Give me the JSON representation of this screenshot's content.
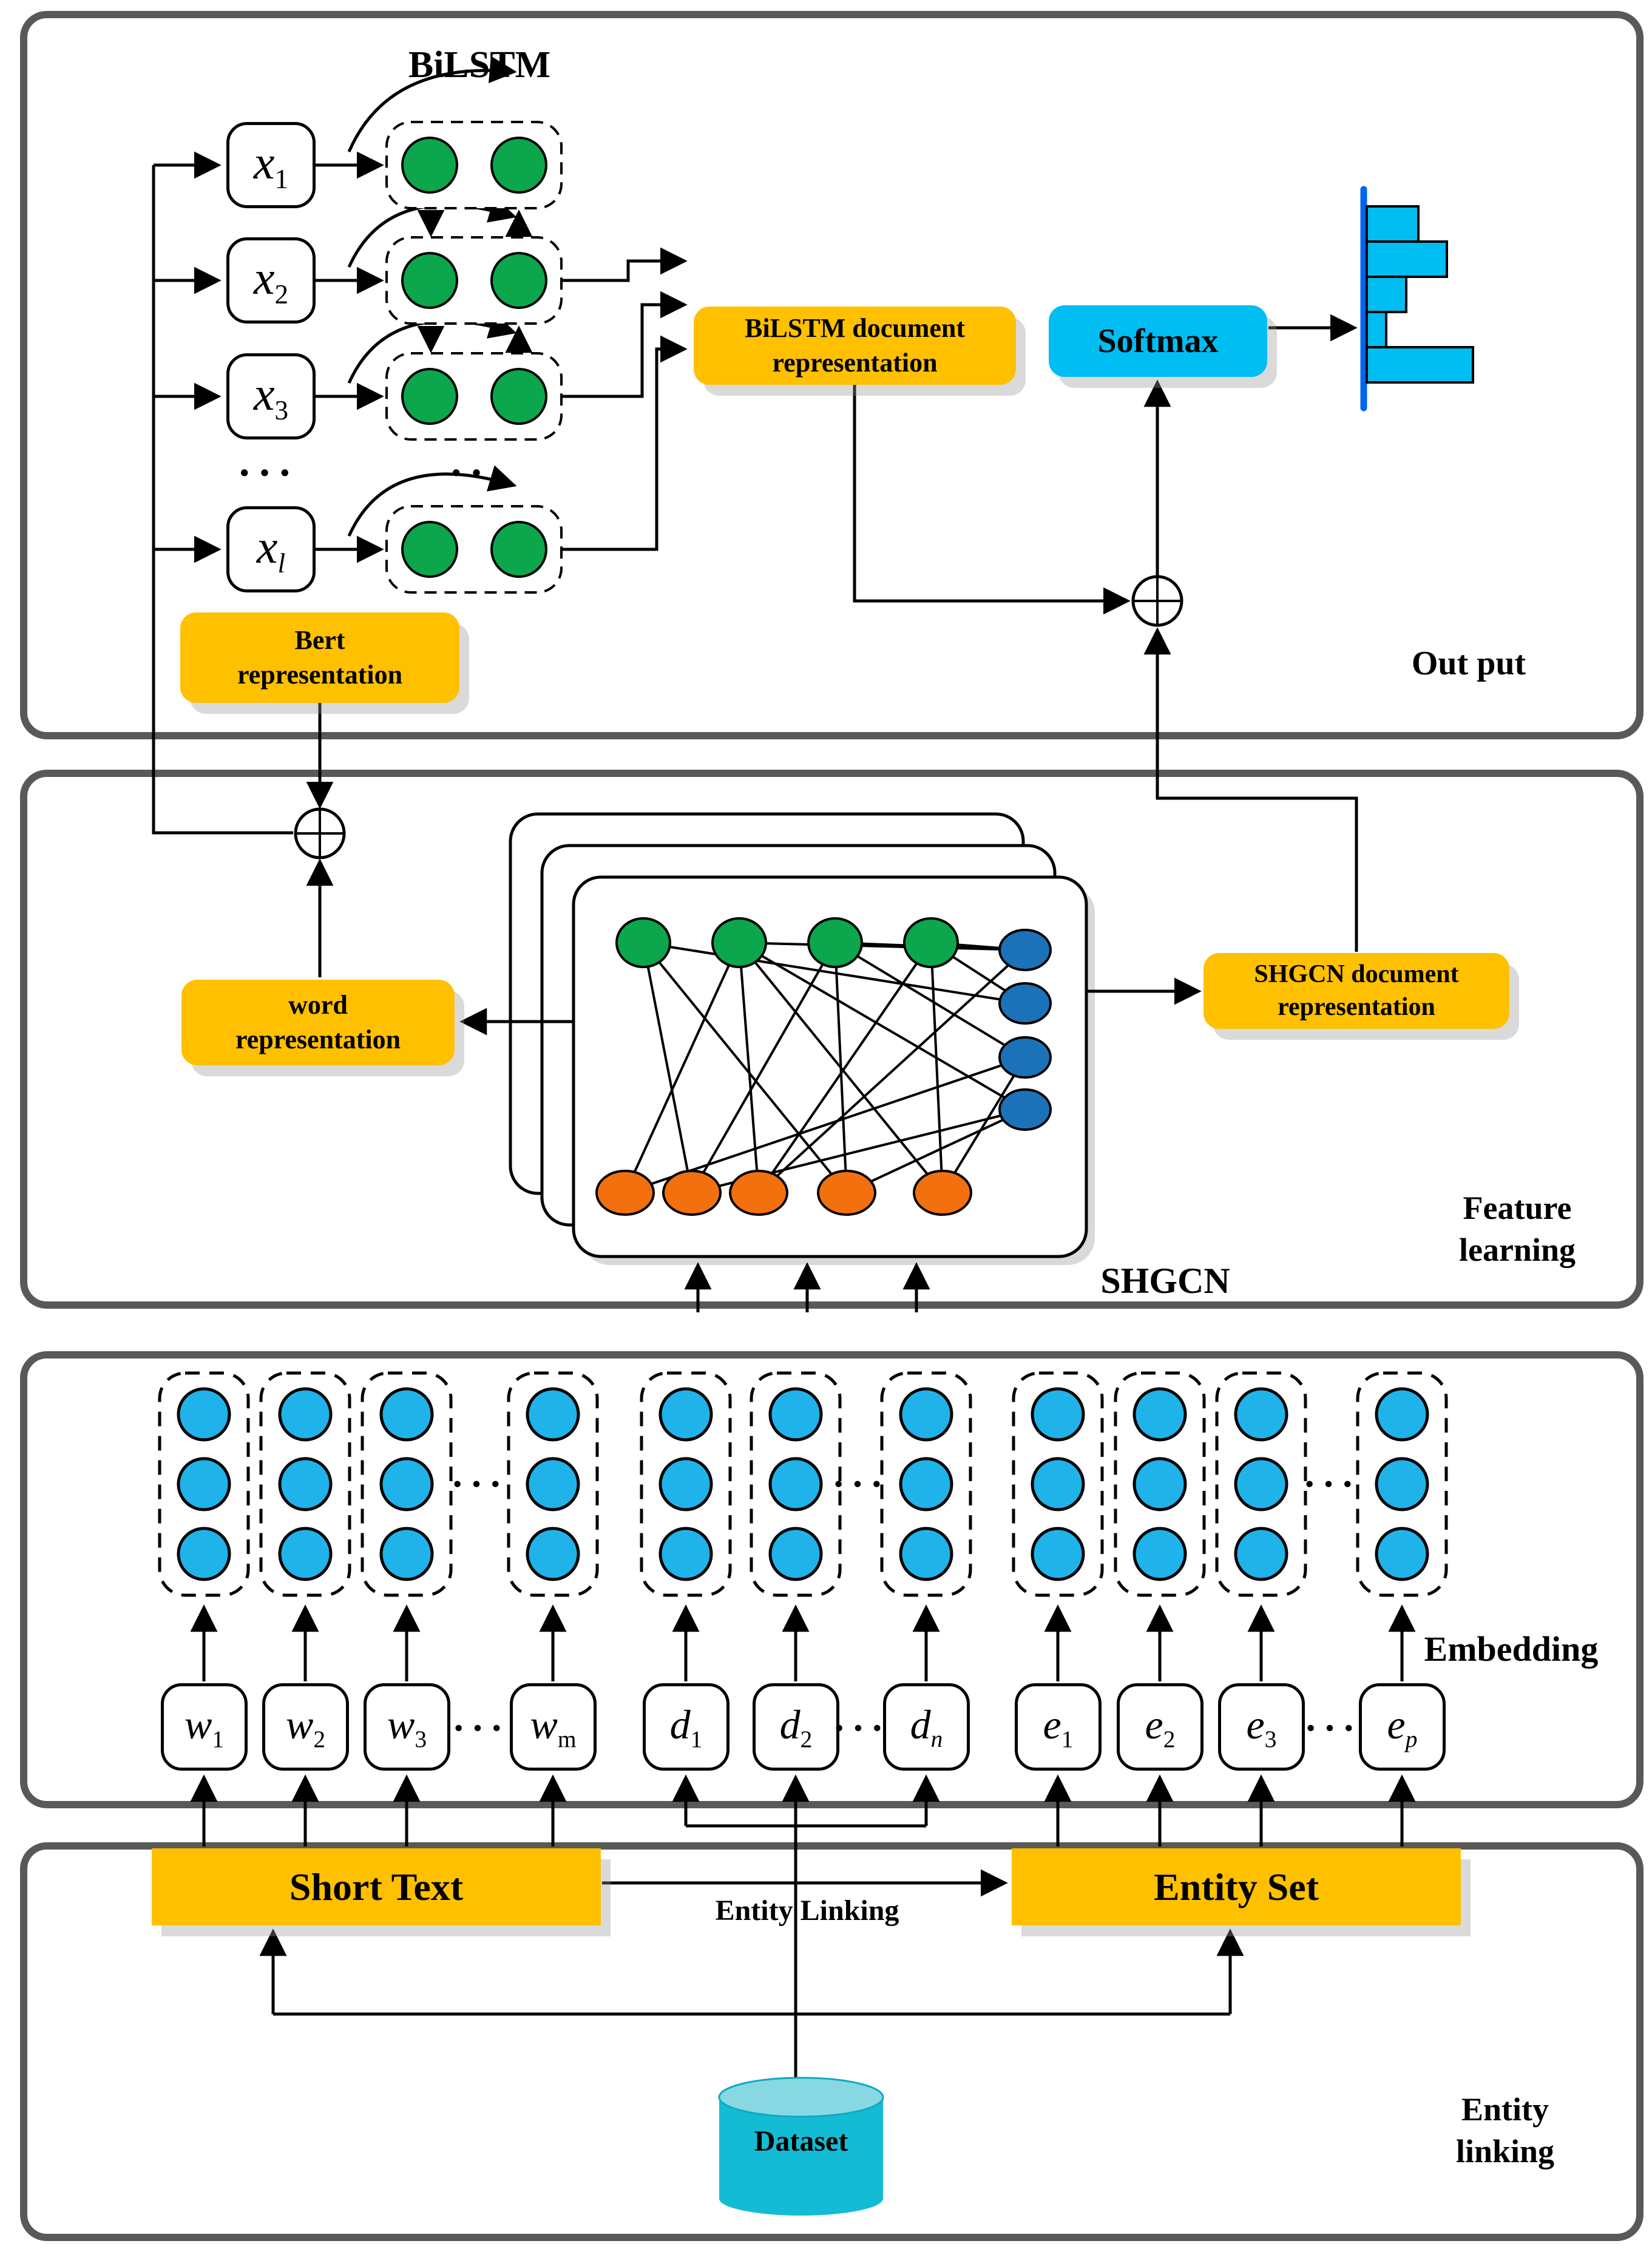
{
  "colors": {
    "panel_border": "#595959",
    "box_orange": "#FFC000",
    "box_cyan": "#00BDF2",
    "node_green": "#0CA74C",
    "node_blue": "#1C72B8",
    "node_orange": "#F3700E",
    "embed_circle_cyan": "#1FB3EA",
    "hist_axis_blue": "#0066F0",
    "dataset_cyan": "#14BBD4"
  },
  "output_panel": {
    "panel_label": "Out put",
    "bilstm_title": "BiLSTM",
    "inputs": [
      {
        "base": "x",
        "sub": "1"
      },
      {
        "base": "x",
        "sub": "2"
      },
      {
        "base": "x",
        "sub": "3"
      },
      {
        "base": "x",
        "sub": "l"
      }
    ],
    "ellipsis": "···",
    "bilstm_doc_box": {
      "line1": "BiLSTM document",
      "line2": "representation"
    },
    "softmax_label": "Softmax",
    "bert_box": {
      "line1": "Bert",
      "line2": "representation"
    },
    "histogram_bar_widths": [
      85,
      132,
      65,
      32,
      175
    ]
  },
  "feature_panel": {
    "panel_label": {
      "line1": "Feature",
      "line2": "learning"
    },
    "word_box": {
      "line1": "word",
      "line2": "representation"
    },
    "shgcn_doc_box": {
      "line1": "SHGCN document",
      "line2": "representation"
    },
    "shgcn_title": "SHGCN"
  },
  "embedding_panel": {
    "panel_label": "Embedding",
    "ellipsis": "···",
    "labels": [
      {
        "base": "w",
        "sub": "1"
      },
      {
        "base": "w",
        "sub": "2"
      },
      {
        "base": "w",
        "sub": "3"
      },
      {
        "base": "w",
        "sub": "m"
      },
      {
        "base": "d",
        "sub": "1"
      },
      {
        "base": "d",
        "sub": "2"
      },
      {
        "base": "d",
        "sub": "n"
      },
      {
        "base": "e",
        "sub": "1"
      },
      {
        "base": "e",
        "sub": "2"
      },
      {
        "base": "e",
        "sub": "3"
      },
      {
        "base": "e",
        "sub": "p"
      }
    ]
  },
  "entity_panel": {
    "panel_label": {
      "line1": "Entity",
      "line2": "linking"
    },
    "short_text_label": "Short Text",
    "entity_linking_label": "Entity Linking",
    "entity_set_label": "Entity Set",
    "dataset_label": "Dataset"
  }
}
